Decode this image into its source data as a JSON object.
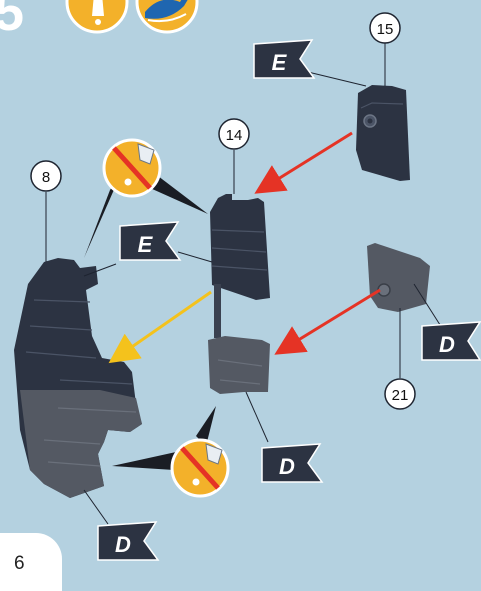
{
  "step": {
    "number": "5"
  },
  "callouts": [
    {
      "id": "part-15",
      "label": "15"
    },
    {
      "id": "part-14",
      "label": "14"
    },
    {
      "id": "part-8",
      "label": "8"
    },
    {
      "id": "part-21",
      "label": "21"
    }
  ],
  "flags": [
    {
      "id": "flag-e-top",
      "letter": "E"
    },
    {
      "id": "flag-e-mid",
      "letter": "E"
    },
    {
      "id": "flag-d-right",
      "letter": "D"
    },
    {
      "id": "flag-d-mid",
      "letter": "D"
    },
    {
      "id": "flag-d-bottom",
      "letter": "D"
    }
  ],
  "icons": {
    "header": [
      "glue-bottle-icon",
      "brush-paint-icon"
    ],
    "warnings": [
      "no-glue-icon",
      "no-glue-icon"
    ]
  },
  "colors": {
    "background": "#b4d1e0",
    "part_dark": "#2c3342",
    "part_grey": "#545963",
    "arrow_red": "#e53325",
    "arrow_yellow": "#f4c21c",
    "icon_orange": "#f3b12a",
    "icon_blue": "#1f66b0"
  },
  "footer": {
    "page_number": "6"
  }
}
